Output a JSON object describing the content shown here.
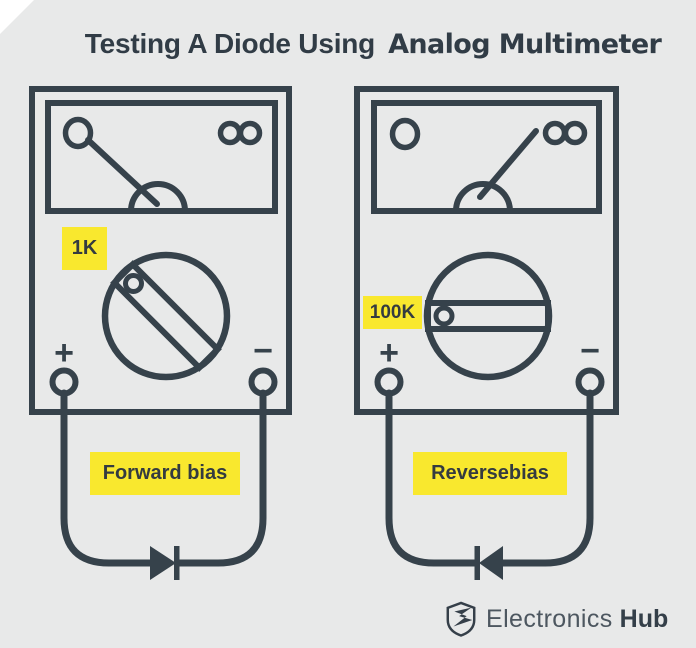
{
  "colors": {
    "background": "#e8e9e9",
    "ink": "#36424b",
    "highlight_yellow": "#f9e82e",
    "logo_gray": "#4d5760"
  },
  "title": {
    "part1": "Testing A Diode Using",
    "part2": "Analog Multimeter"
  },
  "left_meter": {
    "range_label": "1K",
    "terminal_positive": "+",
    "terminal_negative": "−",
    "bias_label": "Forward bias",
    "scale_marks": [
      "0",
      "∞"
    ],
    "needle_position": "deflected-left-toward-zero",
    "dial_orientation": "diagonal-45deg"
  },
  "right_meter": {
    "range_label": "100K",
    "terminal_positive": "+",
    "terminal_negative": "−",
    "bias_label": "Reversebias",
    "scale_marks": [
      "0",
      "∞"
    ],
    "needle_position": "deflected-right-toward-infinity",
    "dial_orientation": "horizontal"
  },
  "logo": {
    "brand_regular": "Electronics",
    "brand_bold": "Hub"
  }
}
